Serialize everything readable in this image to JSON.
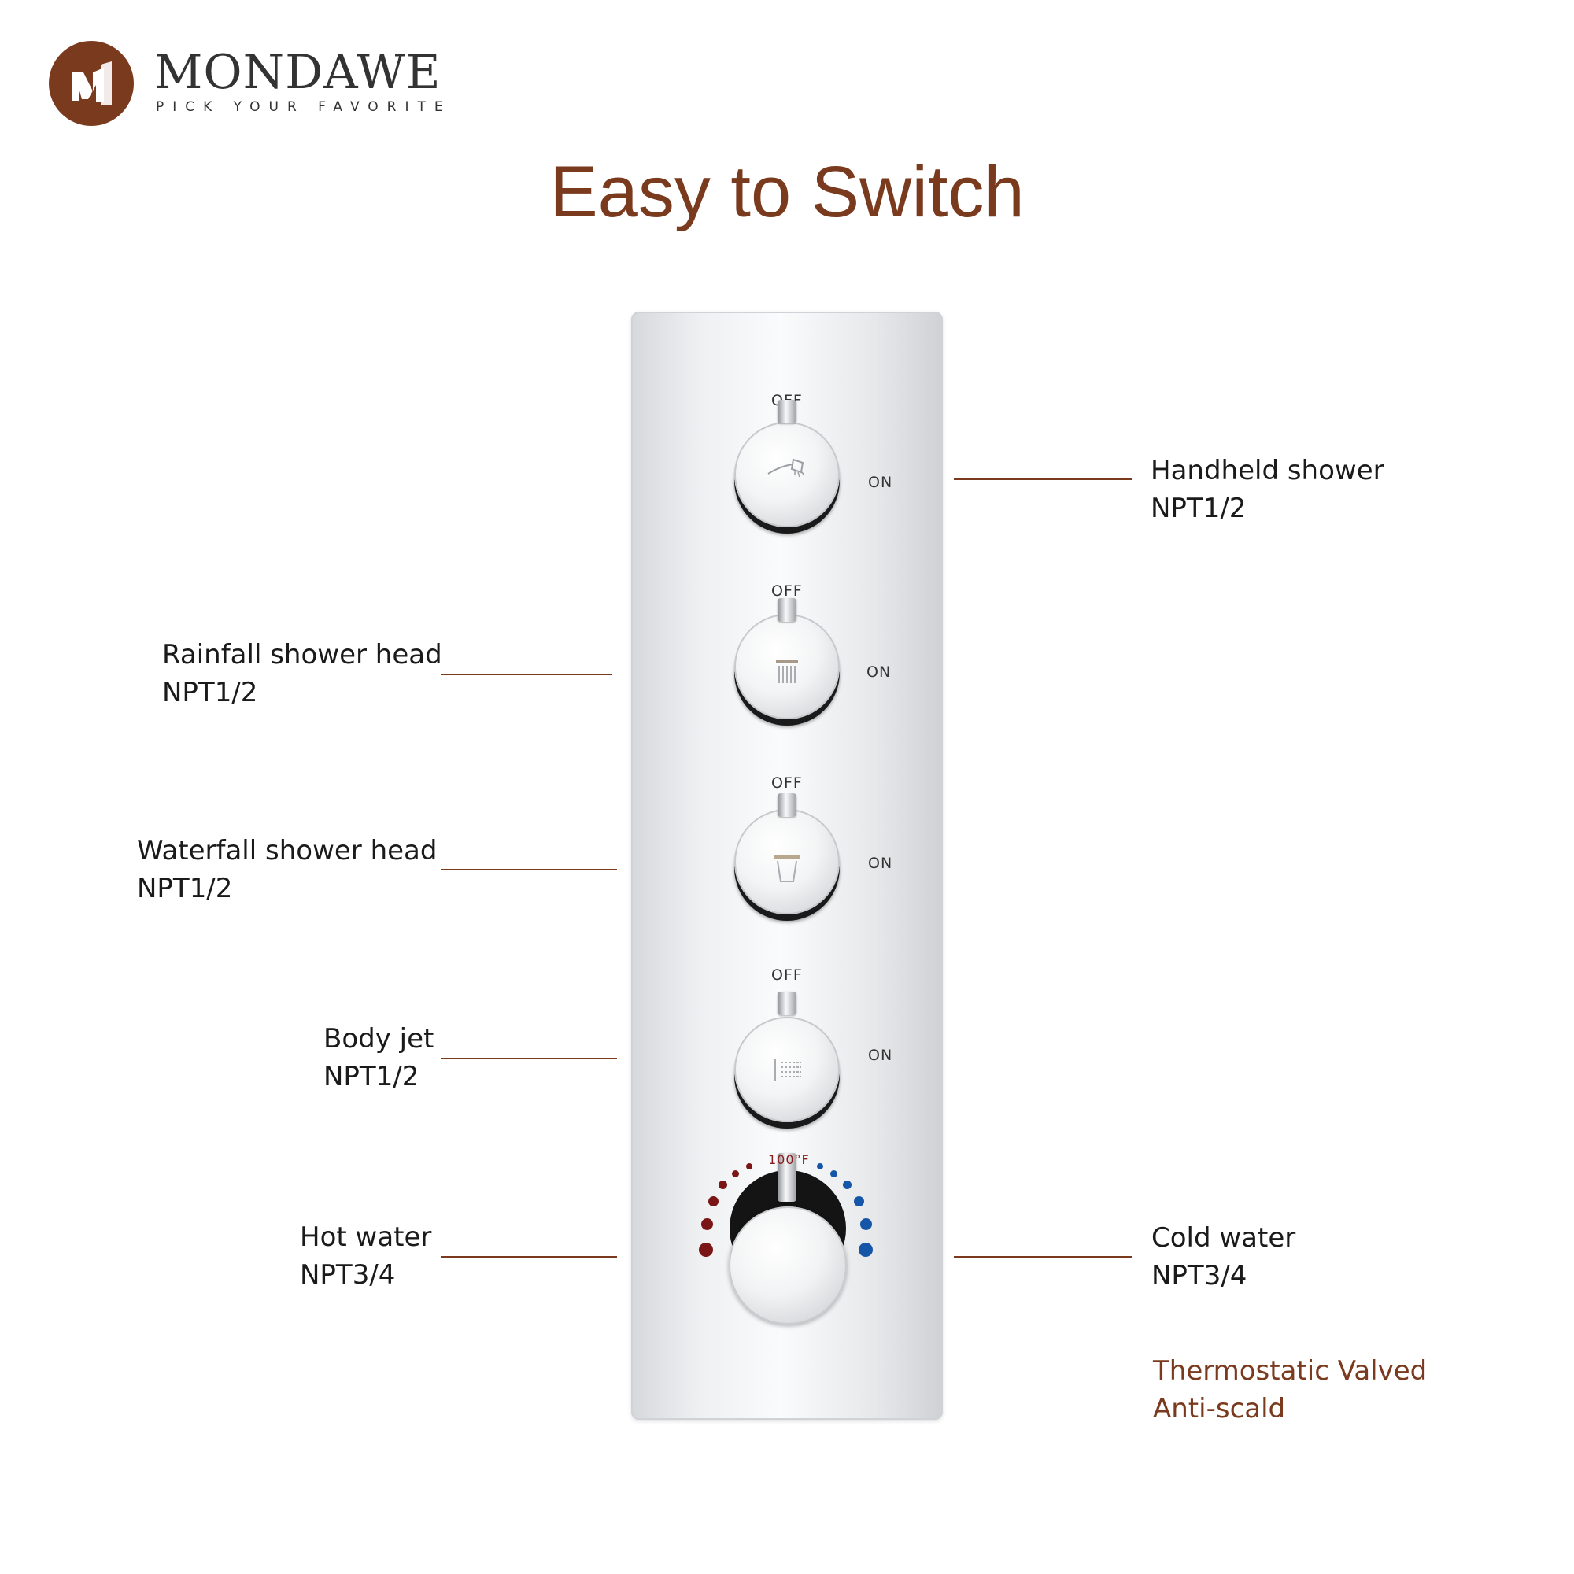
{
  "brand": {
    "name": "MONDAWE",
    "tagline": "PICK YOUR FAVORITE",
    "color": "#7a3a1e"
  },
  "title": "Easy to Switch",
  "panel": {
    "off_label": "OFF",
    "on_label": "ON",
    "temp_label": "100°F",
    "controls": [
      {
        "icon": "handheld-shower-icon"
      },
      {
        "icon": "rainfall-shower-icon"
      },
      {
        "icon": "waterfall-shower-icon"
      },
      {
        "icon": "body-jet-icon"
      }
    ],
    "hot_color": "#7b1616",
    "cold_color": "#1556a8"
  },
  "callouts": {
    "handheld": {
      "name": "Handheld shower",
      "spec": "NPT1/2"
    },
    "rainfall": {
      "name": "Rainfall shower head",
      "spec": "NPT1/2"
    },
    "waterfall": {
      "name": "Waterfall shower head",
      "spec": "NPT1/2"
    },
    "body_jet": {
      "name": "Body jet",
      "spec": "NPT1/2"
    },
    "hot_water": {
      "name": "Hot water",
      "spec": "NPT3/4"
    },
    "cold_water": {
      "name": "Cold water",
      "spec": "NPT3/4"
    }
  },
  "feature_note": {
    "line1": "Thermostatic Valved",
    "line2": "Anti-scald"
  }
}
